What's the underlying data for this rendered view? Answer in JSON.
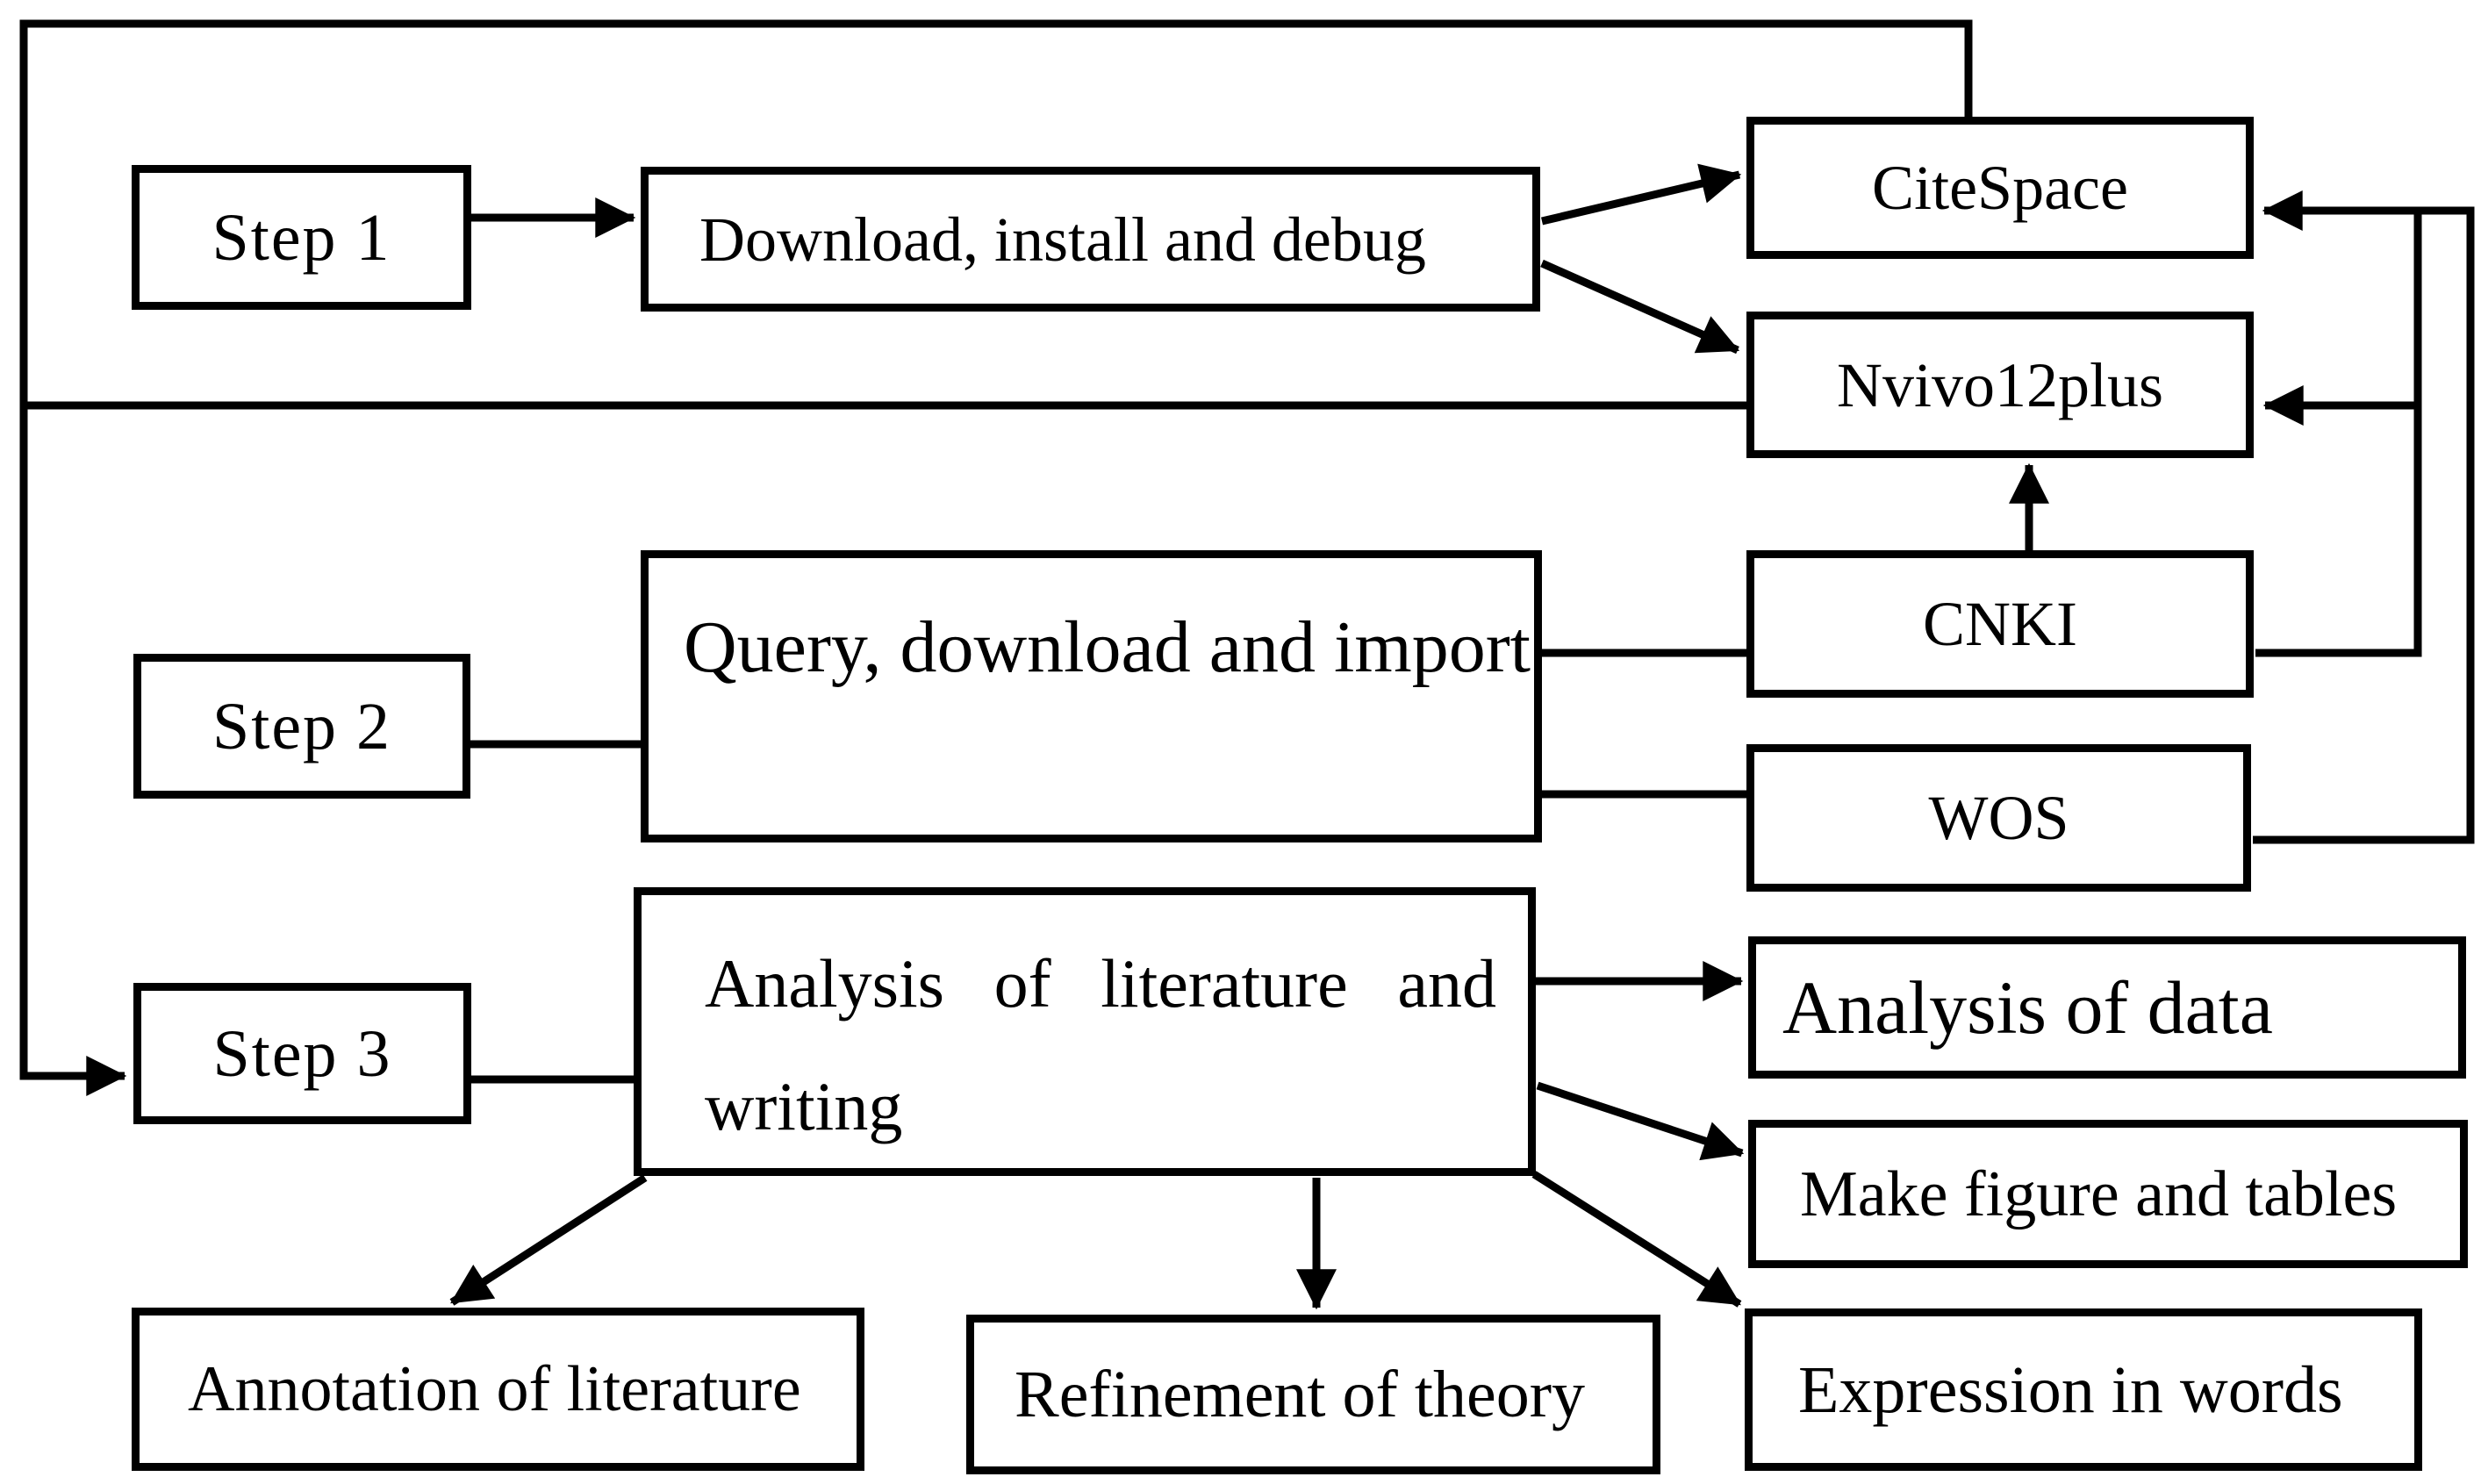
{
  "figure": {
    "type": "flowchart",
    "background_color": "#ffffff",
    "line_color": "#000000",
    "box_fill": "#ffffff",
    "nodes": {
      "step1": {
        "label": "Step 1"
      },
      "step2": {
        "label": "Step 2"
      },
      "step3": {
        "label": "Step 3"
      },
      "download": {
        "label": "Download, install and debug"
      },
      "query": {
        "label": "Query, download and import"
      },
      "analysis_writing": {
        "label": "Analysis of literature and writing",
        "line1": "Analysis of literature and",
        "line2": "writing"
      },
      "citespace": {
        "label": "CiteSpace"
      },
      "nvivo": {
        "label": "Nvivo12plus"
      },
      "cnki": {
        "label": "CNKI"
      },
      "wos": {
        "label": "WOS"
      },
      "analysis_data": {
        "label": "Analysis of data"
      },
      "make_figures": {
        "label": "Make figure and tables"
      },
      "expression": {
        "label": "Expression in words"
      },
      "annotation": {
        "label": "Annotation of literature"
      },
      "refinement": {
        "label": "Refinement of theory"
      }
    },
    "edges": [
      {
        "from": "step1",
        "to": "download",
        "arrow": true
      },
      {
        "from": "download",
        "to": "citespace",
        "arrow": true
      },
      {
        "from": "download",
        "to": "nvivo",
        "arrow": true
      },
      {
        "from": "step2",
        "to": "query",
        "arrow": false
      },
      {
        "from": "query",
        "to": "cnki",
        "arrow": false
      },
      {
        "from": "query",
        "to": "wos",
        "arrow": false
      },
      {
        "from": "cnki",
        "to": "nvivo",
        "arrow": true
      },
      {
        "from": "cnki",
        "to": "citespace",
        "arrow": true
      },
      {
        "from": "wos",
        "to": "citespace",
        "arrow": true
      },
      {
        "from": "wos",
        "to": "nvivo",
        "arrow": true
      },
      {
        "from": "citespace",
        "to": "step3",
        "arrow": true
      },
      {
        "from": "nvivo",
        "to": "step3",
        "arrow": true
      },
      {
        "from": "step3",
        "to": "analysis_writing",
        "arrow": false
      },
      {
        "from": "analysis_writing",
        "to": "analysis_data",
        "arrow": true
      },
      {
        "from": "analysis_writing",
        "to": "make_figures",
        "arrow": true
      },
      {
        "from": "analysis_writing",
        "to": "expression",
        "arrow": true
      },
      {
        "from": "analysis_writing",
        "to": "refinement",
        "arrow": true
      },
      {
        "from": "analysis_writing",
        "to": "annotation",
        "arrow": true
      }
    ]
  }
}
